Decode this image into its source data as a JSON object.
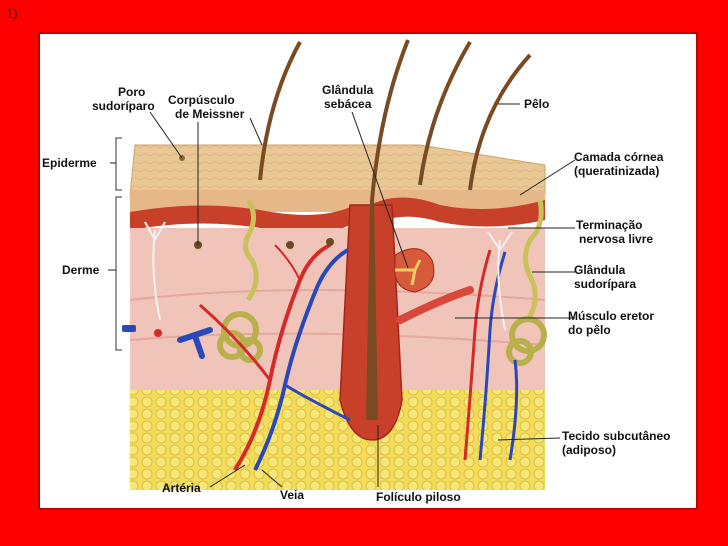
{
  "slide_number": "1)",
  "labels": {
    "poro_1": "Poro",
    "poro_2": "sudoríparo",
    "corpusculo_1": "Corpúsculo",
    "corpusculo_2": "de Meissner",
    "glandula_seb_1": "Glândula",
    "glandula_seb_2": "sebácea",
    "pelo": "Pêlo",
    "camada_1": "Camada córnea",
    "camada_2": "(queratinizada)",
    "epiderme": "Epiderme",
    "derme": "Derme",
    "terminacao_1": "Terminação",
    "terminacao_2": "nervosa livre",
    "glandula_sud_1": "Glândula",
    "glandula_sud_2": "sudorípara",
    "musculo_1": "Músculo eretor",
    "musculo_2": "do pêlo",
    "tecido_1": "Tecido subcutâneo",
    "tecido_2": "(adiposo)",
    "arteria": "Artéria",
    "veia": "Veia",
    "foliculo": "Folículo piloso"
  },
  "colors": {
    "background": "#ff0000",
    "epidermis": "#e9c896",
    "dermis": "#f0c4b8",
    "basal": "#c8402a",
    "fat": "#f3dc5a",
    "artery": "#d42a2a",
    "vein": "#2a48b8",
    "gland": "#c9c25a",
    "hair": "#7a4a22"
  }
}
